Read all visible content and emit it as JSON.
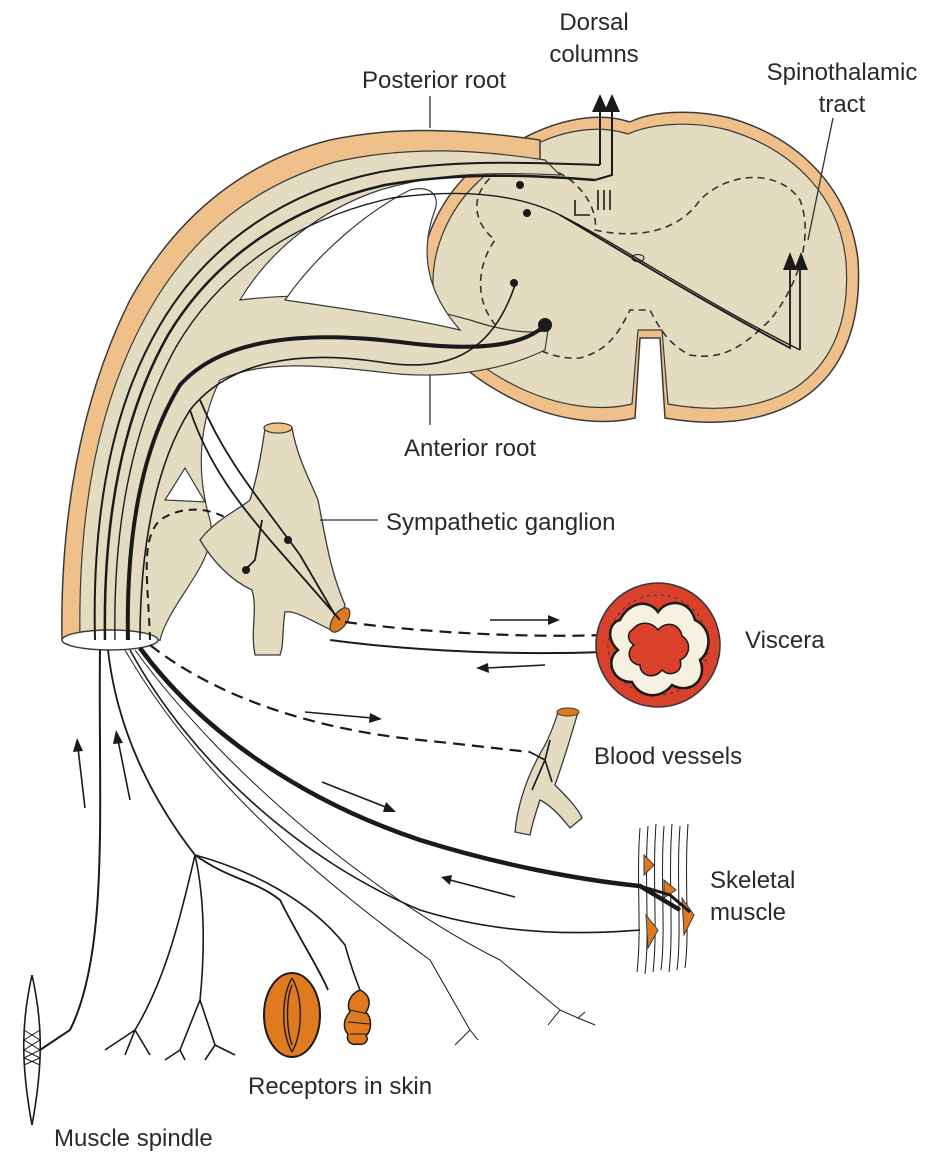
{
  "labels": {
    "dorsal_columns_line1": "Dorsal",
    "dorsal_columns_line2": "columns",
    "posterior_root": "Posterior root",
    "spinothalamic_line1": "Spinothalamic",
    "spinothalamic_line2": "tract",
    "anterior_root": "Anterior root",
    "sympathetic_ganglion": "Sympathetic ganglion",
    "viscera": "Viscera",
    "blood_vessels": "Blood vessels",
    "skeletal_muscle_line1": "Skeletal",
    "skeletal_muscle_line2": "muscle",
    "receptors_in_skin": "Receptors in skin",
    "muscle_spindle": "Muscle spindle"
  },
  "colors": {
    "cord_fill": "#e3dcc0",
    "sheath": "#f0c08a",
    "viscera": "#d9412a",
    "receptor": "#e07a1e",
    "line": "#1a1a1a"
  }
}
